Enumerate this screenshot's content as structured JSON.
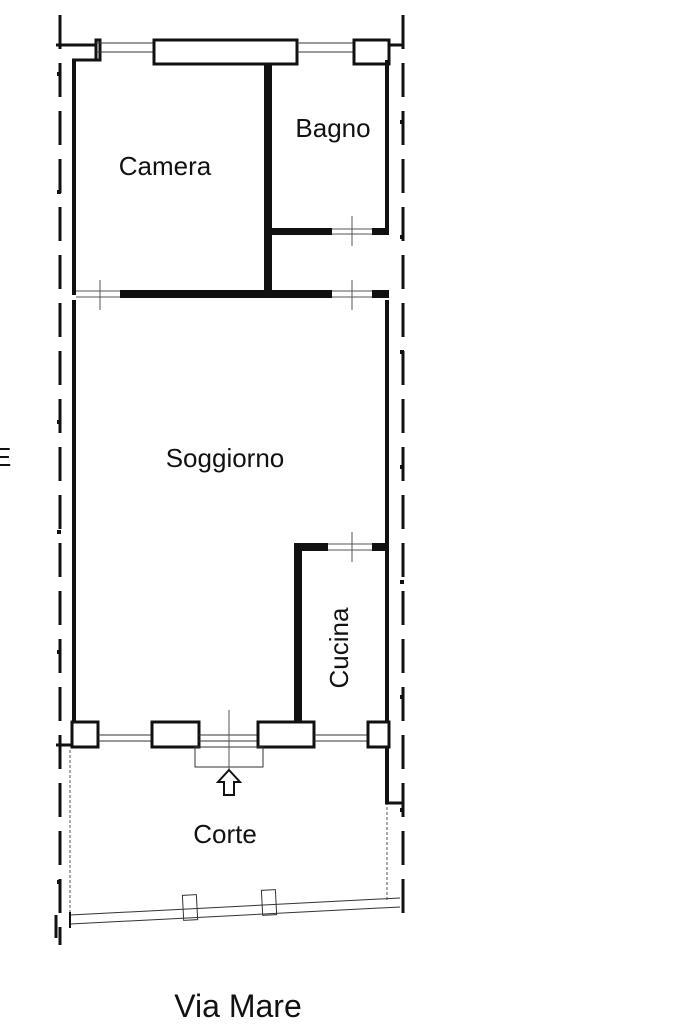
{
  "plan": {
    "rooms": {
      "camera": "Camera",
      "bagno": "Bagno",
      "soggiorno": "Soggiorno",
      "cucina": "Cucina",
      "corte": "Corte"
    },
    "street": "Via Mare",
    "edge_mark": "E"
  }
}
